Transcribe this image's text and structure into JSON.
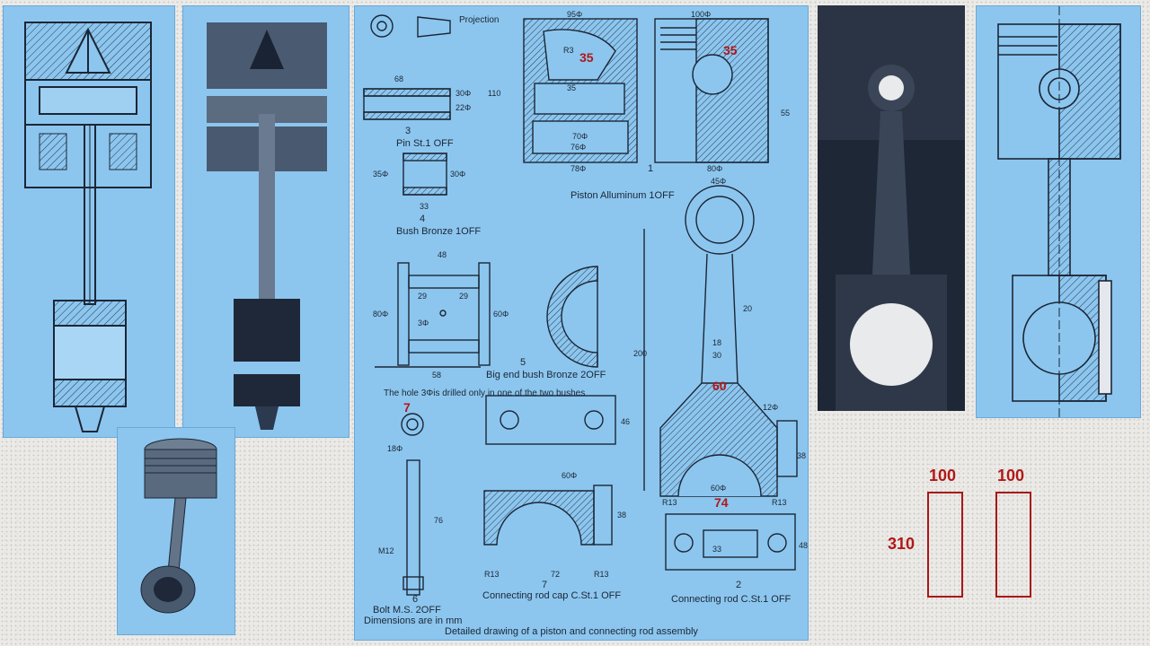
{
  "drawing": {
    "projection_label": "Projection",
    "parts": [
      {
        "number": "1",
        "caption": "Piston Alluminum 1OFF"
      },
      {
        "number": "2",
        "caption": "Connecting rod C.St.1 OFF"
      },
      {
        "number": "3",
        "caption": "Pin St.1 OFF"
      },
      {
        "number": "4",
        "caption": "Bush Bronze 1OFF"
      },
      {
        "number": "5",
        "caption": "Big end bush Bronze 2OFF"
      },
      {
        "number": "6",
        "caption": "Bolt M.S. 2OFF"
      },
      {
        "number": "7",
        "caption": "Connecting rod cap C.St.1 OFF"
      }
    ],
    "note_hole": "The hole 3Φis drilled only in one of the two bushes",
    "note_units": "Dimensions are in mm",
    "title": "Detailed drawing of a piston and connecting rod assembly",
    "dimensions": {
      "piston_top": "95Φ",
      "piston_top_right": "100Φ",
      "pin_len": "68",
      "pin_dia_outer": "30Φ",
      "pin_dia_inner": "22Φ",
      "bush_len": "33",
      "bush_outer": "35Φ",
      "bush_inner": "30Φ",
      "piston_70": "70Φ",
      "piston_76": "76Φ",
      "piston_78": "78Φ",
      "piston_80": "80Φ",
      "big_end_48": "48",
      "big_end_58": "58",
      "big_end_29a": "29",
      "big_end_29b": "29",
      "big_end_60": "60Φ",
      "big_end_80": "80Φ",
      "big_end_3": "3Φ",
      "rod_45": "45Φ",
      "rod_200": "200",
      "rod_60": "60Φ",
      "rod_R13a": "R13",
      "rod_R13b": "R13",
      "rod_12": "12Φ",
      "rod_38": "38",
      "rod_20": "20",
      "rod_18": "18",
      "rod_30": "30",
      "cap_60": "60Φ",
      "cap_72": "72",
      "cap_46": "46",
      "cap_R13a": "R13",
      "cap_R13b": "R13",
      "cap_38": "38",
      "bolt_M12": "M12",
      "bolt_76": "76",
      "bolt_18": "18Φ",
      "rod_48": "48",
      "rod_33": "33",
      "piston_110": "110",
      "piston_55": "55",
      "piston_35": "35",
      "piston_R3": "R3",
      "rod_cap_6": "6",
      "rod_cap_48": "48"
    }
  },
  "annotations": {
    "piston_width_left": "35",
    "piston_width_right": "35",
    "rod_width": "60",
    "big_end_width": "74",
    "bolt_head": "7",
    "box1_width": "100",
    "box2_width": "100",
    "box_height": "310"
  },
  "colors": {
    "blueprint": "#8cc6ee",
    "annotation": "#b01818",
    "line": "#1b2636"
  }
}
